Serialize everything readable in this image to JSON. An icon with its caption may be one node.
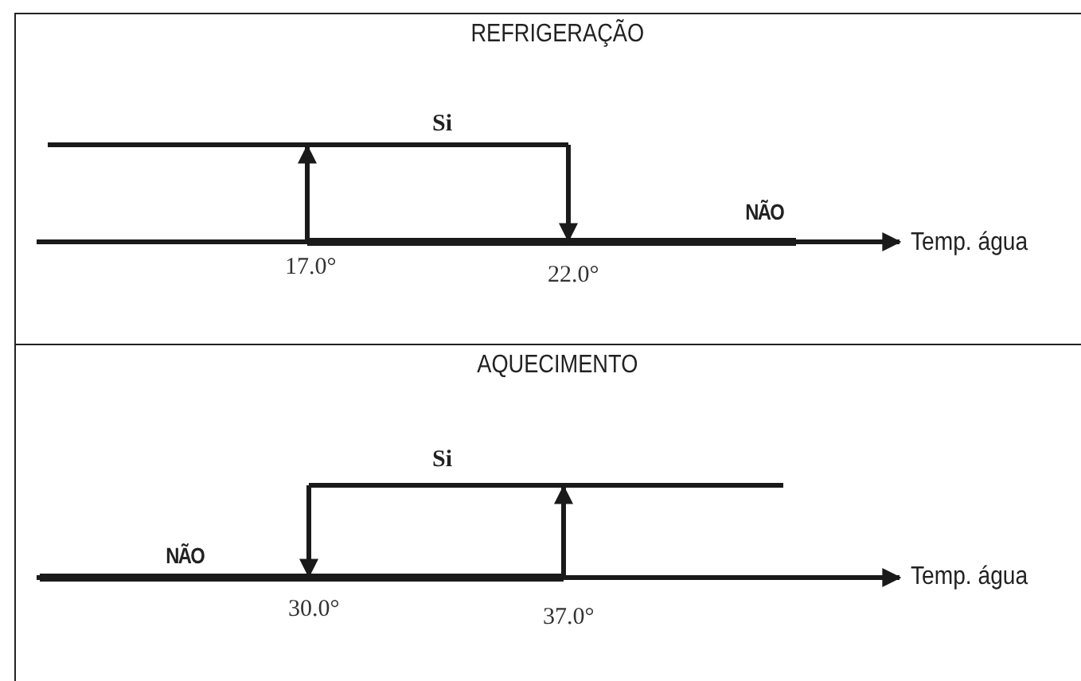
{
  "diagram": {
    "nodes": [
      {
        "text": [
          "REFRIGERAÇÃO"
        ]
      },
      {
        "text": [
          "AQUECIMENTO"
        ]
      }
    ],
    "labels": [
      "Si",
      "NÃO",
      "Temp. água",
      "17.0°",
      "22.0°",
      "Si",
      "NÃO",
      "Temp. água",
      "30.0°",
      "37.0°"
    ]
  }
}
